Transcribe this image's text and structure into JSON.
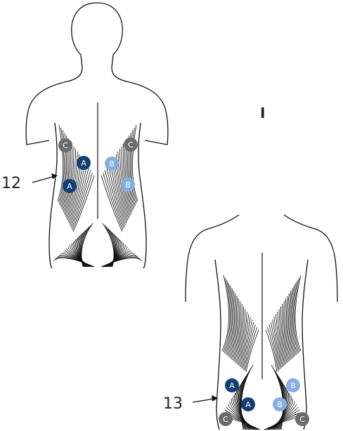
{
  "figure": {
    "roman_label": "I",
    "top_figure": {
      "callout": "12"
    },
    "bottom_figure": {
      "callout": "13"
    },
    "markers": {
      "A": {
        "text": "A",
        "color": "#143f73"
      },
      "B": {
        "text": "B",
        "color": "#86aee0"
      },
      "C": {
        "text": "C",
        "color": "#6b6b6b"
      }
    },
    "line_color": "#111111"
  }
}
